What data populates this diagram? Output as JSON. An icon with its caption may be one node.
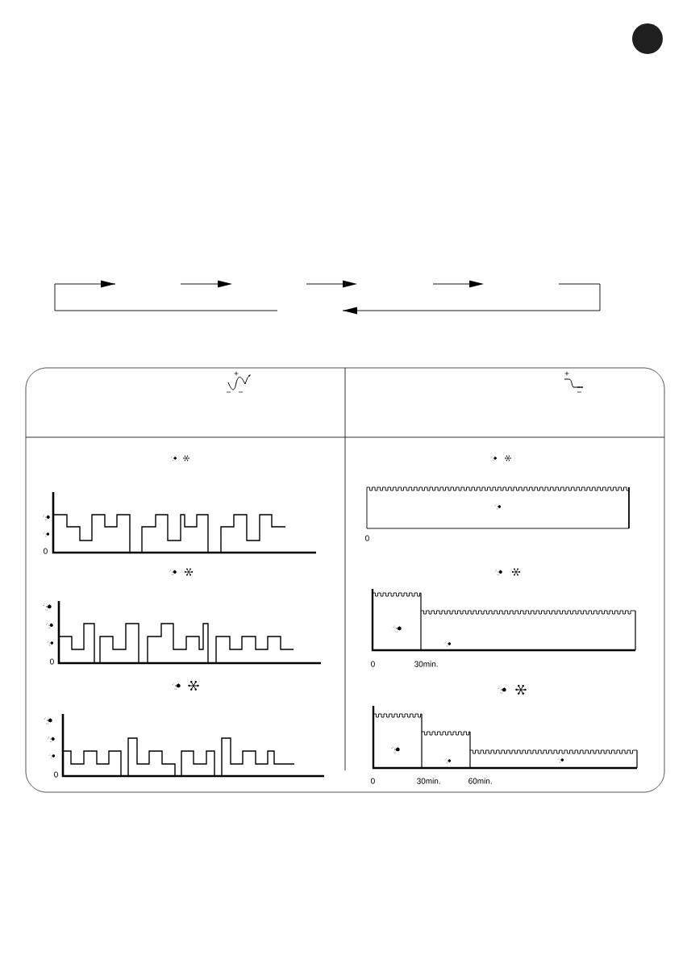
{
  "diagram": {
    "labels": [
      "0",
      "0",
      "0",
      "0",
      "0",
      "30min.",
      "0",
      "30min.",
      "60min."
    ]
  }
}
